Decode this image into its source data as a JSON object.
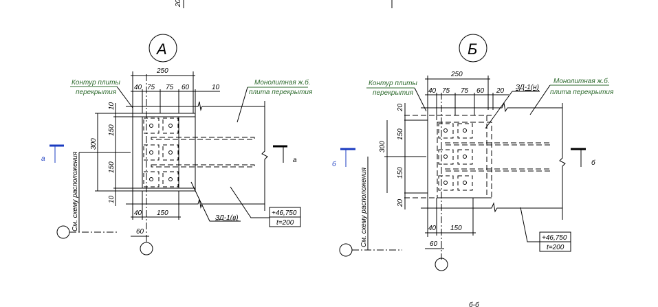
{
  "top_fragment": {
    "dim": "20"
  },
  "detail_a": {
    "marker": "А",
    "dims": {
      "total_width": "250",
      "w1": "40",
      "w2": "75",
      "w3": "75",
      "w4": "60",
      "w5": "10",
      "height_total": "300",
      "h1": "150",
      "h2": "150",
      "top": "10",
      "bottom": "10",
      "bottom_1": "40",
      "bottom_2": "150",
      "bottom_3": "60"
    },
    "label_contour_1": "Контур плиты",
    "label_contour_2": "перекрытия",
    "label_slab_1": "Монолитная ж.б.",
    "label_slab_2": "плита перекрытия",
    "embedded_part": "ЗД-1(в)",
    "elevation": "+46,750",
    "thickness": "t=200",
    "see_scheme": "См. схему расположения",
    "section_left": "а",
    "section_right": "а"
  },
  "detail_b": {
    "marker": "Б",
    "dims": {
      "total_width": "250",
      "w1": "40",
      "w2": "75",
      "w3": "75",
      "w4": "60",
      "w5": "20",
      "height_total": "300",
      "h1": "150",
      "h2": "150",
      "top": "20",
      "bottom": "20",
      "bottom_1": "40",
      "bottom_2": "150",
      "bottom_3": "60"
    },
    "label_contour_1": "Контур плиты",
    "label_contour_2": "перекрытия",
    "label_slab_1": "Монолитная ж.б.",
    "label_slab_2": "плита перекрытия",
    "embedded_part": "ЗД-1(н)",
    "elevation": "+46,750",
    "thickness": "t=200",
    "see_scheme": "См. схему расположения",
    "section_left": "б",
    "section_right": "б"
  },
  "section_title": "б-б",
  "colors": {
    "label": "#2d6a2d",
    "section_mark": "#1a3bc0"
  }
}
